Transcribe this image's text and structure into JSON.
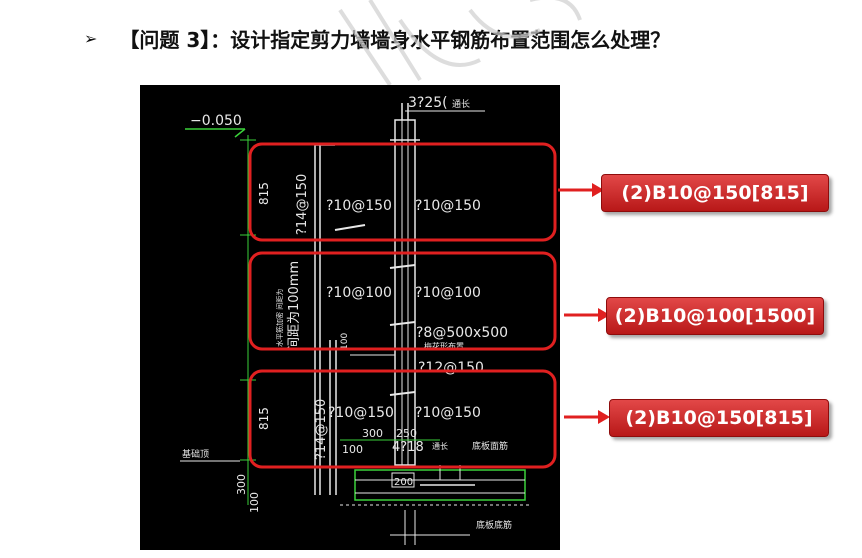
{
  "heading": {
    "bullet": "➢",
    "text": "【问题 3】：设计指定剪力墙墙身水平钢筋布置范围怎么处理？"
  },
  "cad": {
    "elevation": "−0.050",
    "top_bar": "3?25(",
    "top_bar_note": "通长",
    "left_dim_top": "815",
    "left_dim_bottom": "815",
    "dim_300": "300",
    "dim_100": "100",
    "vert_bar_top": "?14@150",
    "vert_bar_bottom": "?14@150",
    "spacing_note": "间距为100mm",
    "spacing_small": "水平筋加密 间距为",
    "h1_left": "?10@150",
    "h1_right": "?10@150",
    "h2_left": "?10@100",
    "h2_right": "?10@100",
    "h3_left": "?10@150",
    "h3_right": "?10@150",
    "tie": "?8@500x500",
    "tie_note": "梅花形布置",
    "lower_bar": "?12@150",
    "dim_m300": "300",
    "dim_m250": "250",
    "dim_m100": "100",
    "bottom_bar": "4?18",
    "bottom_bar_note": "通长",
    "slab_top": "底板面筋",
    "slab_bottom": "底板底筋",
    "base_top": "基础顶",
    "dim_200": "200",
    "dim_b300": "300",
    "dim_b100": "100",
    "dim_s100": "100"
  },
  "callouts": [
    "(2)B10@150[815]",
    "(2)B10@100[1500]",
    "(2)B10@150[815]"
  ],
  "colors": {
    "callout_red": "#d03030",
    "box_red": "#e02020",
    "dim_green": "#3ad13a",
    "cad_bg": "#000000"
  }
}
